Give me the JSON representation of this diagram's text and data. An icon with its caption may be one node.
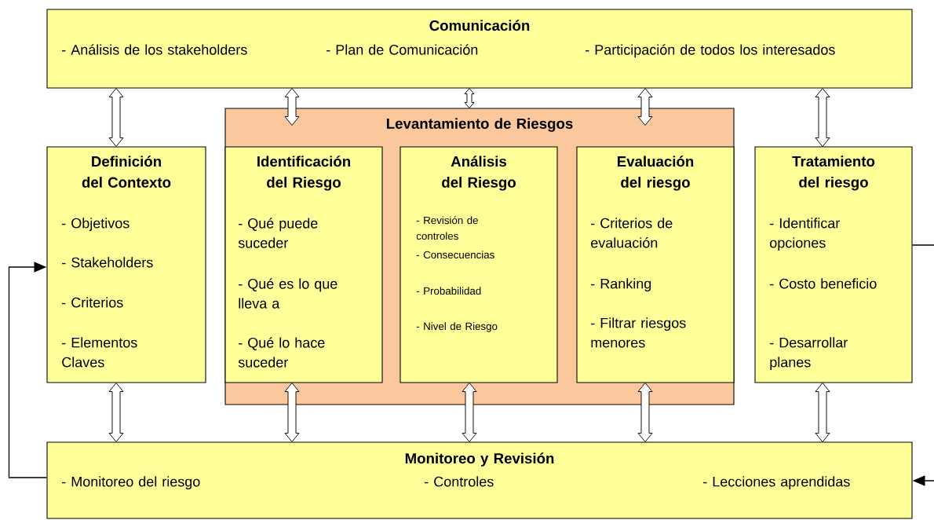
{
  "diagram": {
    "nodes": [
      {
        "text": [
          "Comunicación",
          "- Análisis de los stakeholders",
          "- Plan de Comunicación",
          "- Participación de todos los interesados"
        ]
      },
      {
        "text": [
          "Definición del Contexto",
          "- Objetivos",
          "- Stakeholders",
          "- Criterios",
          "- Elementos Claves"
        ]
      },
      {
        "text": [
          "Levantamiento de Riesgos"
        ]
      },
      {
        "text": [
          "Identificación del Riesgo",
          "- Qué puede suceder",
          "- Qué es lo que lleva a",
          "- Qué lo hace suceder"
        ],
        "in": 2
      },
      {
        "text": [
          "Análisis del Riesgo",
          "- Revisión de controles",
          "- Consecuencias",
          "- Probabilidad",
          "- Nivel de Riesgo"
        ],
        "in": 2
      },
      {
        "text": [
          "Evaluación del riesgo",
          "- Criterios de evaluación",
          "- Ranking",
          "- Filtrar riesgos menores"
        ],
        "in": 2
      },
      {
        "text": [
          "Tratamiento del riesgo",
          "- Identificar opciones",
          "- Costo beneficio",
          "- Desarrollar planes"
        ]
      },
      {
        "text": [
          "Monitoreo y Revisión",
          "- Monitoreo del riesgo",
          "- Controles",
          "- Lecciones aprendidas"
        ]
      }
    ],
    "edges": [
      {
        "from": 0,
        "to": 1,
        "arrow": "both"
      },
      {
        "from": 0,
        "to": 2,
        "arrow": "both"
      },
      {
        "from": 0,
        "to": 2,
        "arrow": "both"
      },
      {
        "from": 0,
        "to": 2,
        "arrow": "both"
      },
      {
        "from": 0,
        "to": 6,
        "arrow": "both"
      },
      {
        "from": 1,
        "to": 7,
        "arrow": "both"
      },
      {
        "from": 3,
        "to": 7,
        "arrow": "both"
      },
      {
        "from": 4,
        "to": 7,
        "arrow": "both"
      },
      {
        "from": 5,
        "to": 7,
        "arrow": "both"
      },
      {
        "from": 6,
        "to": 7,
        "arrow": "both"
      },
      {
        "from": 7,
        "to": 1,
        "arrow": "to"
      },
      {
        "from": 6,
        "to": null,
        "arrow": "none"
      },
      {
        "from": null,
        "to": 7,
        "arrow": "to"
      }
    ]
  }
}
